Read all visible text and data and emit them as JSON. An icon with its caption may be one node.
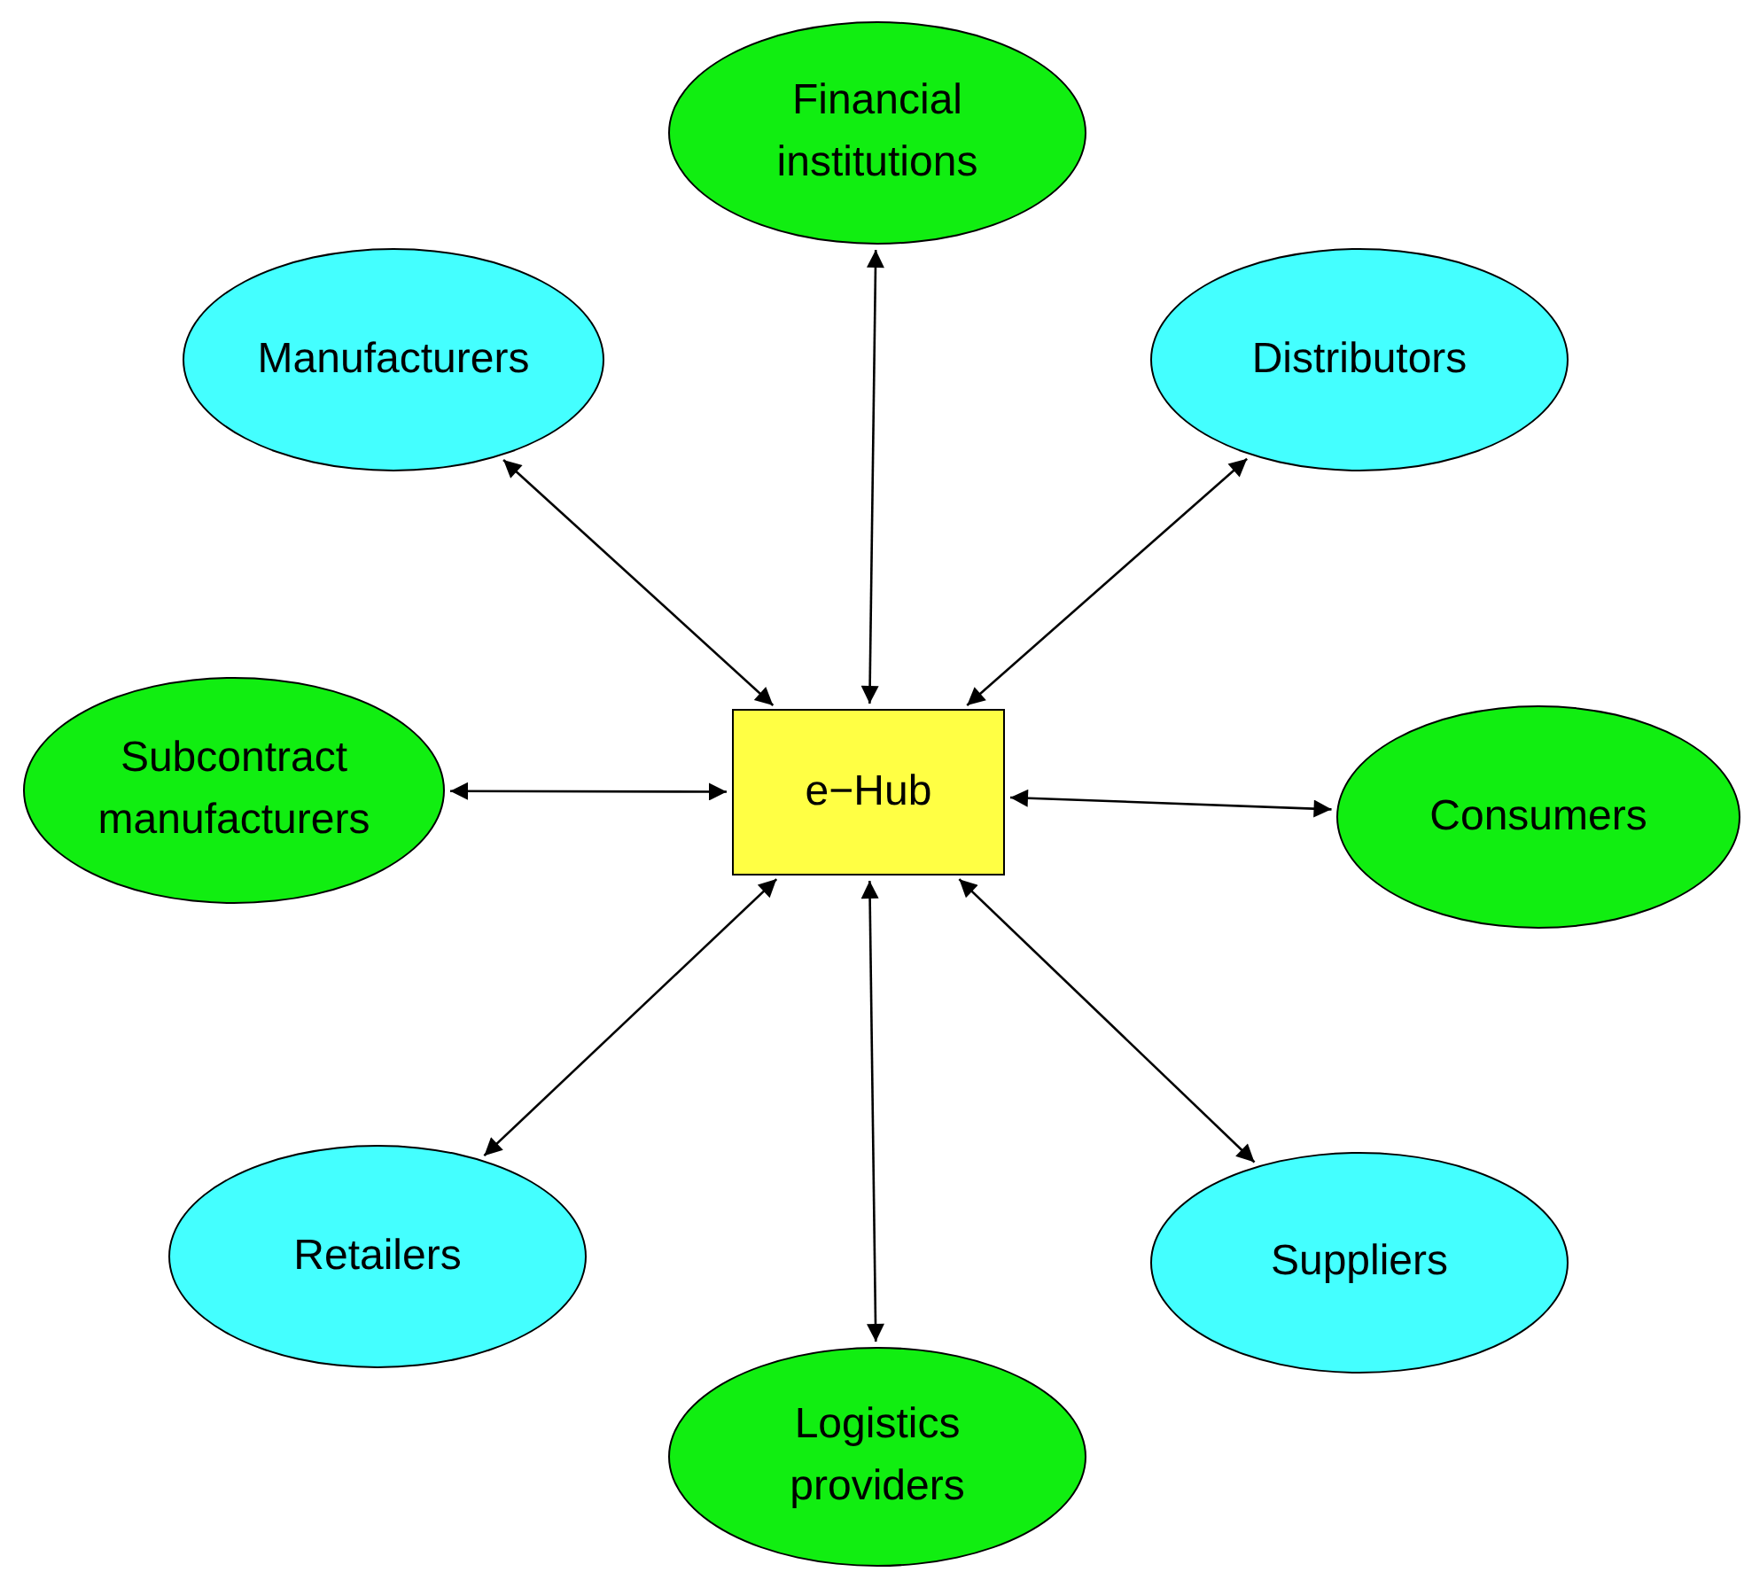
{
  "diagram": {
    "nodes": [
      {
        "text": [
          "Financial institutions"
        ]
      },
      {
        "text": [
          "Manufacturers"
        ]
      },
      {
        "text": [
          "Distributors"
        ]
      },
      {
        "text": [
          "Subcontract manufacturers"
        ]
      },
      {
        "text": [
          "e−Hub"
        ]
      },
      {
        "text": [
          "Consumers"
        ]
      },
      {
        "text": [
          "Retailers"
        ]
      },
      {
        "text": [
          "Suppliers"
        ]
      },
      {
        "text": [
          "Logistics providers"
        ]
      }
    ],
    "edges": [
      {
        "from": 0,
        "to": 4,
        "arrow": "both"
      },
      {
        "from": 1,
        "to": 4,
        "arrow": "both"
      },
      {
        "from": 2,
        "to": 4,
        "arrow": "both"
      },
      {
        "from": 3,
        "to": 4,
        "arrow": "both"
      },
      {
        "from": 5,
        "to": 4,
        "arrow": "both"
      },
      {
        "from": 6,
        "to": 4,
        "arrow": "both"
      },
      {
        "from": 7,
        "to": 4,
        "arrow": "both"
      },
      {
        "from": 8,
        "to": 4,
        "arrow": "both"
      }
    ]
  }
}
